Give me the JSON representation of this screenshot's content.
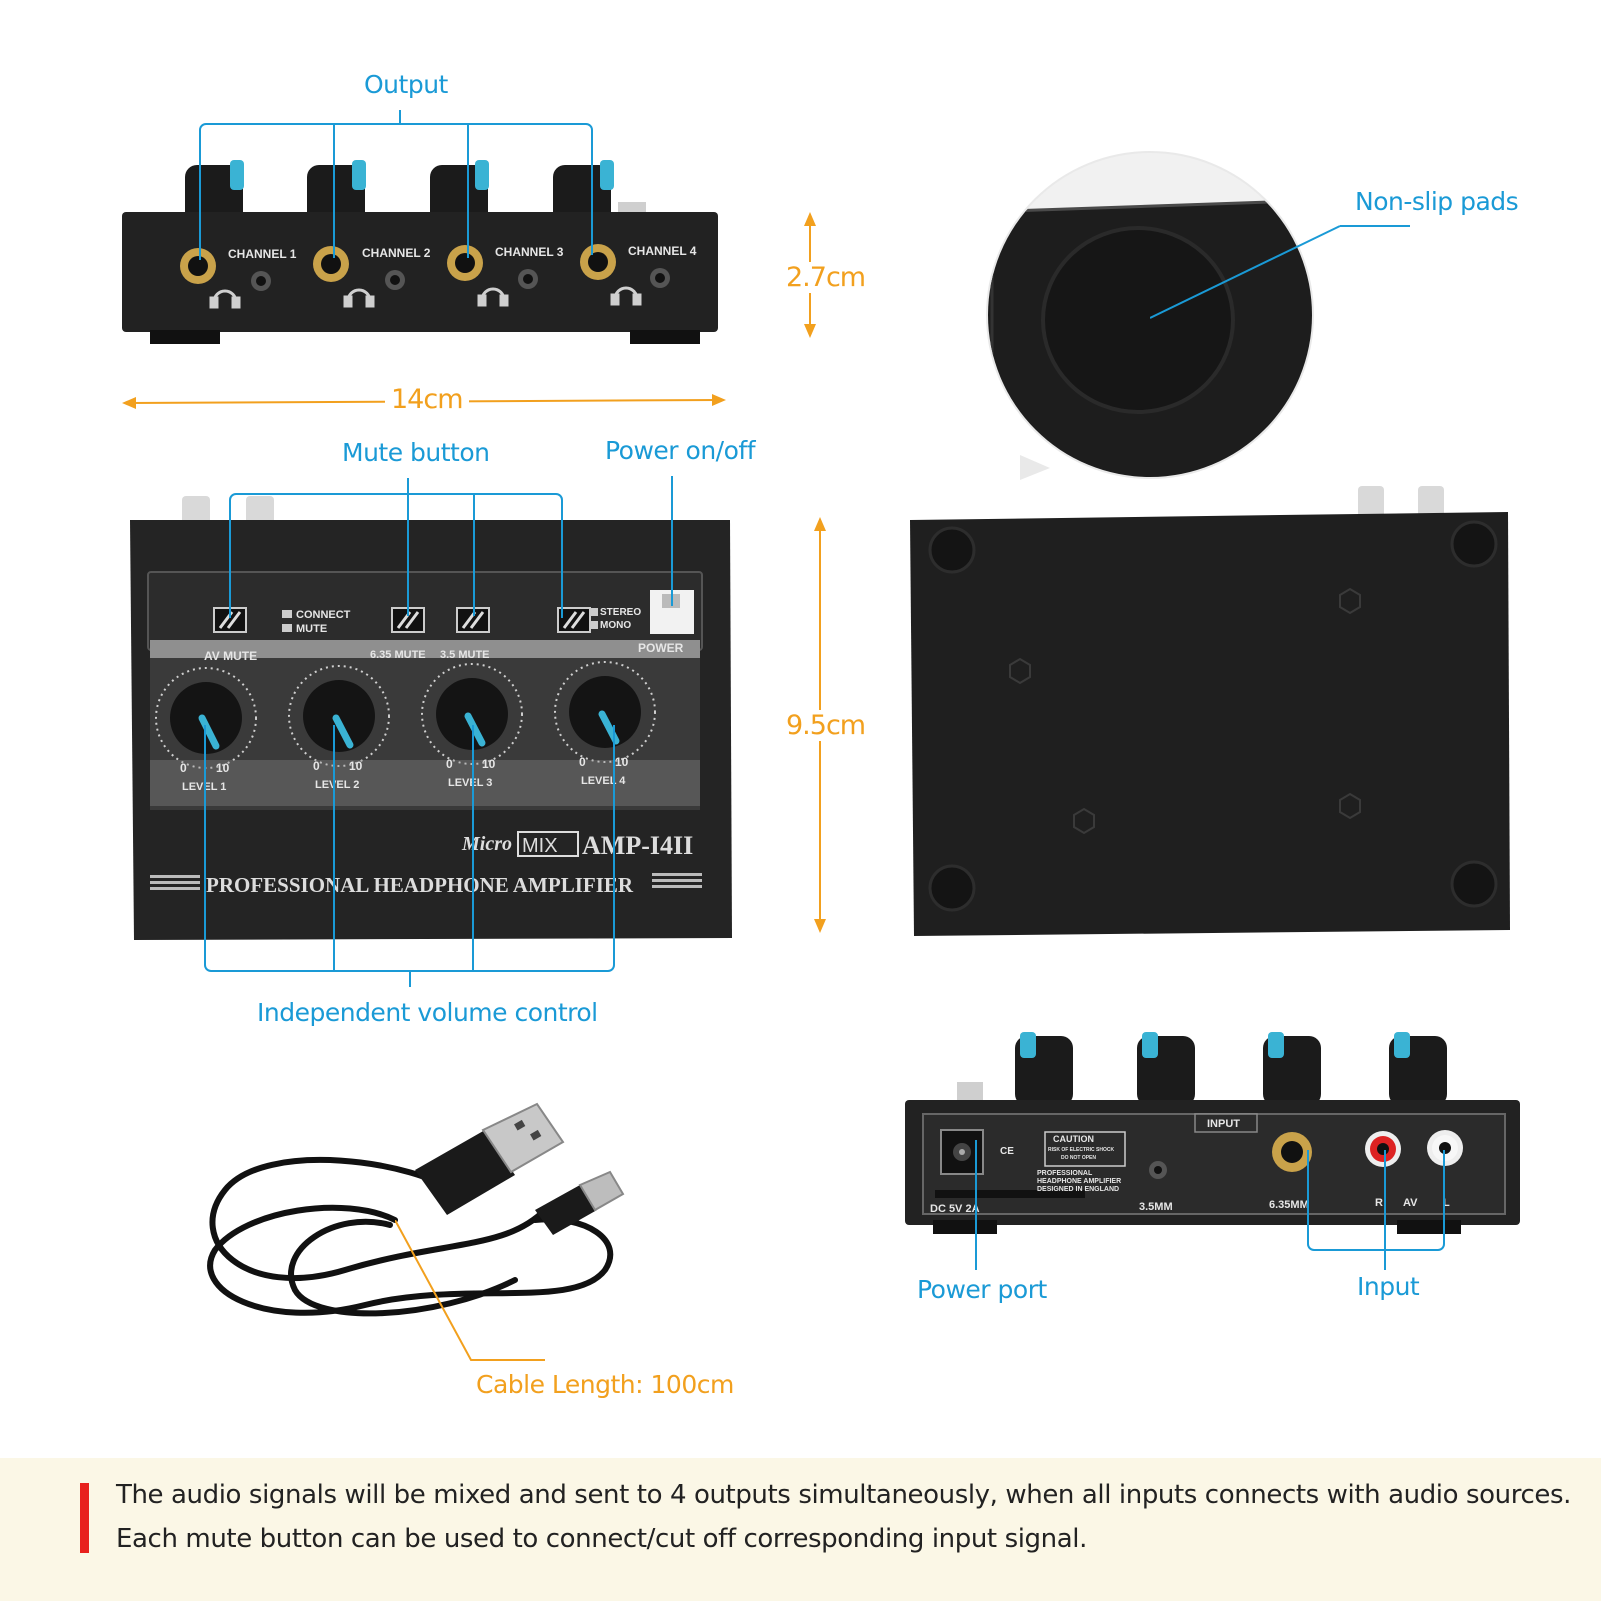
{
  "callouts": {
    "output": "Output",
    "non_slip_pads": "Non-slip pads",
    "mute_button": "Mute button",
    "power_on_off": "Power on/off",
    "independent_volume": "Independent volume control",
    "power_port": "Power port",
    "input": "Input",
    "cable_length": "Cable Length: 100cm"
  },
  "dimensions": {
    "height": "2.7cm",
    "width": "14cm",
    "depth": "9.5cm"
  },
  "front_panel": {
    "channels": [
      "CHANNEL 1",
      "CHANNEL 2",
      "CHANNEL 3",
      "CHANNEL 4"
    ]
  },
  "top_panel": {
    "av_mute": "AV MUTE",
    "connect": "CONNECT",
    "mute": "MUTE",
    "mute_635": "6.35 MUTE",
    "mute_35": "3.5 MUTE",
    "stereo": "STEREO",
    "mono": "MONO",
    "power": "POWER",
    "levels": [
      "LEVEL 1",
      "LEVEL 2",
      "LEVEL 3",
      "LEVEL 4"
    ],
    "scale_min": "0",
    "scale_max": "10",
    "brand_micro": "Micro",
    "brand_mix": "MIX",
    "model": "AMP-I4II",
    "product_name": "PROFESSIONAL HEADPHONE AMPLIFIER"
  },
  "rear_panel": {
    "input": "INPUT",
    "caution": "CAUTION",
    "caution_sub1": "RISK OF ELECTRIC SHOCK",
    "caution_sub2": "DO NOT OPEN",
    "desc1": "PROFESSIONAL",
    "desc2": "HEADPHONE AMPLIFIER",
    "desc3": "DESIGNED IN ENGLAND",
    "dc": "DC 5V 2A",
    "mm35": "3.5MM",
    "mm635": "6.35MM",
    "r": "R",
    "av": "AV",
    "l": "L"
  },
  "footer": {
    "line1": "The audio signals will be mixed and sent to 4 outputs simultaneously, when all inputs connects with audio sources.",
    "line2": "Each mute button can be used to connect/cut off corresponding input signal."
  },
  "colors": {
    "callout_blue": "#1a9ad6",
    "dimension_orange": "#f2a01e",
    "device_black": "#1e1e1e",
    "knob_accent": "#3ab3d4",
    "footer_bg": "#fbf7e6",
    "footer_marker": "#e8211d"
  }
}
